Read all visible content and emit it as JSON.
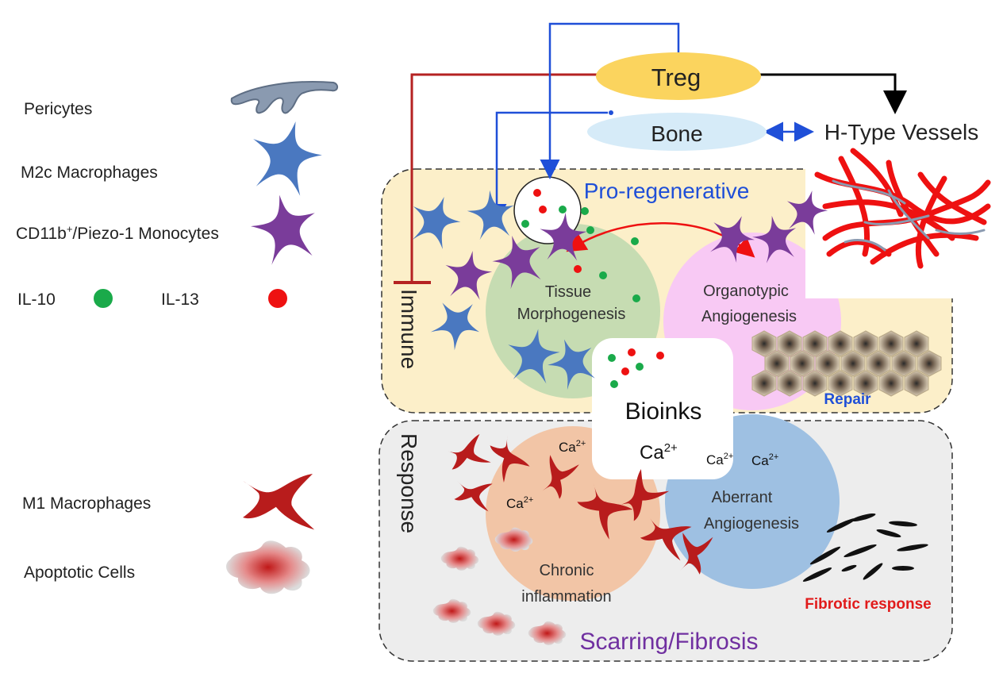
{
  "legend": {
    "pericytes": "Pericytes",
    "m2c": "M2c Macrophages",
    "mono_pre": "CD11b",
    "mono_sup": "+",
    "mono_post": "/Piezo-1 Monocytes",
    "il10": "IL-10",
    "il13": "IL-13",
    "m1": "M1 Macrophages",
    "apoptotic": "Apoptotic Cells"
  },
  "top": {
    "treg": "Treg",
    "bone": "Bone",
    "htype": "H-Type Vessels"
  },
  "regions": {
    "pro_regenerative": "Pro-regenerative",
    "immune": "Immune",
    "response": "Response",
    "scarring": "Scarring/Fibrosis"
  },
  "circles": {
    "tissue_1": "Tissue",
    "tissue_2": "Morphogenesis",
    "organo_1": "Organotypic",
    "organo_2": "Angiogenesis",
    "aberrant_1": "Aberrant",
    "aberrant_2": "Angiogenesis",
    "chronic_1": "Chronic",
    "chronic_2": "inflammation"
  },
  "labels": {
    "repair": "Repair",
    "fibrotic": "Fibrotic response",
    "bioinks": "Bioinks"
  },
  "ca": {
    "base": "Ca",
    "sup": "2+"
  },
  "colors": {
    "pericyte": "#8a9ab0",
    "m2c": "#4a78c0",
    "monocyte": "#7a3c9a",
    "il10": "#1aaa4a",
    "il13": "#ee1111",
    "m1": "#b81c1c",
    "treg": "#fbd45e",
    "bone": "#d6ebf8",
    "immune_line": "#b52222",
    "arrow_blue": "#1f4fd8",
    "pro_region": "#fcefc9",
    "fibrosis_region": "#ededed",
    "tissue_circle": "#c6dcb2",
    "organo_circle": "#f8c9f4",
    "chronic_circle": "#f2c5a6",
    "aberrant_circle": "#9ec0e2",
    "vessel": "#ee1111",
    "pro_text": "#1f4fd8",
    "repair_text": "#1f4fd8",
    "fibrotic_text": "#e11b1b",
    "scarring_text": "#7030a0"
  }
}
